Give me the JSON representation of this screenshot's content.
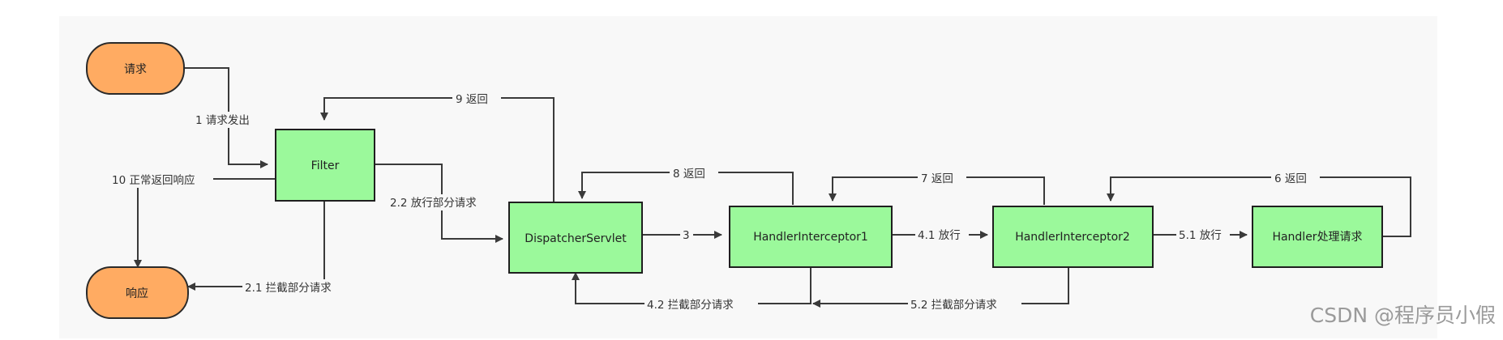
{
  "colors": {
    "panel_bg": "#f8f8f8",
    "box_fill": "#9bf99b",
    "box_stroke": "#1f1f1f",
    "terminal_fill": "#ffab62",
    "terminal_stroke": "#2a2a2a",
    "line": "#3a3a3a",
    "watermark": "#9a9a9a"
  },
  "nodes": {
    "request": "请求",
    "response": "响应",
    "filter": "Filter",
    "dispatcher": "DispatcherServlet",
    "interceptor1": "HandlerInterceptor1",
    "interceptor2": "HandlerInterceptor2",
    "handler": "Handler处理请求"
  },
  "edges": {
    "e1": "1 请求发出",
    "e10": "10 正常返回响应",
    "e21": "2.1 拦截部分请求",
    "e22": "2.2 放行部分请求",
    "e3": "3",
    "e41": "4.1 放行",
    "e51": "5.1 放行",
    "e9": "9 返回",
    "e8": "8 返回",
    "e7": "7 返回",
    "e6": "6 返回",
    "e42": "4.2 拦截部分请求",
    "e52": "5.2 拦截部分请求"
  },
  "watermark": "CSDN @程序员小假"
}
